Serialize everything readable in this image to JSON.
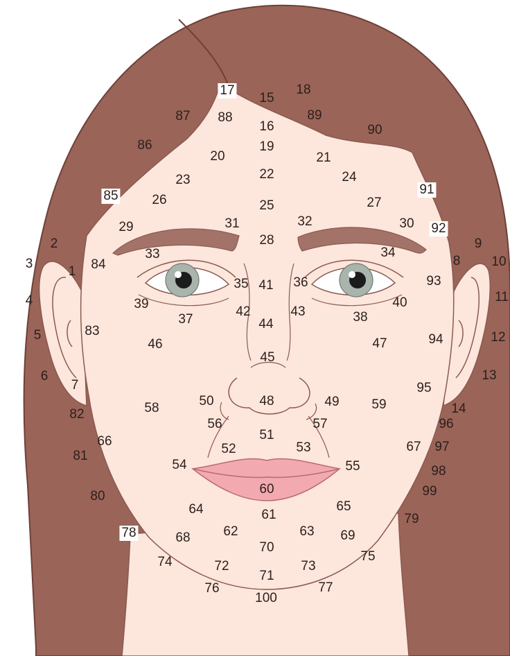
{
  "diagram": {
    "colors": {
      "hair": "#9a6458",
      "hair_line": "#6e4038",
      "skin": "#fde6dc",
      "skin_line": "#8a5a50",
      "brow": "#a3736a",
      "lips": "#f2aab0",
      "lips_line": "#b86a72",
      "iris": "#a9b4ad",
      "pupil": "#1b1b1b"
    },
    "points": [
      {
        "label": "1"
      },
      {
        "label": "2"
      },
      {
        "label": "3"
      },
      {
        "label": "4"
      },
      {
        "label": "5"
      },
      {
        "label": "6"
      },
      {
        "label": "7"
      },
      {
        "label": "8"
      },
      {
        "label": "9"
      },
      {
        "label": "10"
      },
      {
        "label": "11"
      },
      {
        "label": "12"
      },
      {
        "label": "13"
      },
      {
        "label": "14"
      },
      {
        "label": "15"
      },
      {
        "label": "16"
      },
      {
        "label": "17"
      },
      {
        "label": "18"
      },
      {
        "label": "19"
      },
      {
        "label": "20"
      },
      {
        "label": "21"
      },
      {
        "label": "22"
      },
      {
        "label": "23"
      },
      {
        "label": "24"
      },
      {
        "label": "25"
      },
      {
        "label": "26"
      },
      {
        "label": "27"
      },
      {
        "label": "28"
      },
      {
        "label": "29"
      },
      {
        "label": "30"
      },
      {
        "label": "31"
      },
      {
        "label": "32"
      },
      {
        "label": "33"
      },
      {
        "label": "34"
      },
      {
        "label": "35"
      },
      {
        "label": "36"
      },
      {
        "label": "37"
      },
      {
        "label": "38"
      },
      {
        "label": "39"
      },
      {
        "label": "40"
      },
      {
        "label": "41"
      },
      {
        "label": "42"
      },
      {
        "label": "43"
      },
      {
        "label": "44"
      },
      {
        "label": "45"
      },
      {
        "label": "46"
      },
      {
        "label": "47"
      },
      {
        "label": "48"
      },
      {
        "label": "49"
      },
      {
        "label": "50"
      },
      {
        "label": "51"
      },
      {
        "label": "52"
      },
      {
        "label": "53"
      },
      {
        "label": "54"
      },
      {
        "label": "55"
      },
      {
        "label": "56"
      },
      {
        "label": "57"
      },
      {
        "label": "58"
      },
      {
        "label": "59"
      },
      {
        "label": "60"
      },
      {
        "label": "61"
      },
      {
        "label": "62"
      },
      {
        "label": "63"
      },
      {
        "label": "64"
      },
      {
        "label": "65"
      },
      {
        "label": "66"
      },
      {
        "label": "67"
      },
      {
        "label": "68"
      },
      {
        "label": "69"
      },
      {
        "label": "70"
      },
      {
        "label": "71"
      },
      {
        "label": "72"
      },
      {
        "label": "73"
      },
      {
        "label": "74"
      },
      {
        "label": "75"
      },
      {
        "label": "76"
      },
      {
        "label": "77"
      },
      {
        "label": "78"
      },
      {
        "label": "79"
      },
      {
        "label": "80"
      },
      {
        "label": "81"
      },
      {
        "label": "82"
      },
      {
        "label": "83"
      },
      {
        "label": "84"
      },
      {
        "label": "85"
      },
      {
        "label": "86"
      },
      {
        "label": "87"
      },
      {
        "label": "88"
      },
      {
        "label": "89"
      },
      {
        "label": "90"
      },
      {
        "label": "91"
      },
      {
        "label": "92"
      },
      {
        "label": "93"
      },
      {
        "label": "94"
      },
      {
        "label": "95"
      },
      {
        "label": "96"
      },
      {
        "label": "97"
      },
      {
        "label": "98"
      },
      {
        "label": "99"
      },
      {
        "label": "100"
      }
    ]
  }
}
